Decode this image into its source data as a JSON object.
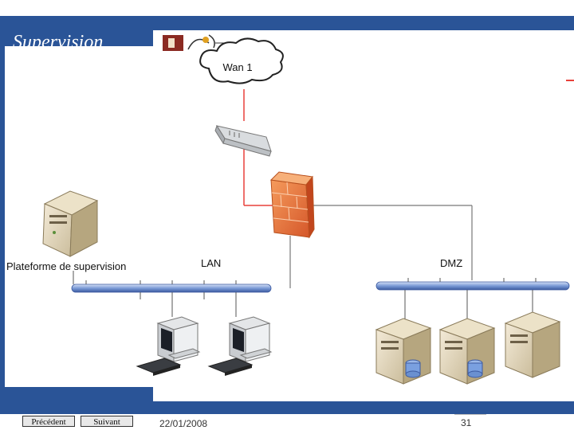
{
  "slide": {
    "title": "Supervision",
    "date": "22/01/2008",
    "page_number": "31"
  },
  "navigation": {
    "previous_label": "Précédent",
    "next_label": "Suivant"
  },
  "diagram": {
    "wan_label": "Wan 1",
    "lan_label": "LAN",
    "dmz_label": "DMZ",
    "supervision_label": "Plateforme de supervision"
  },
  "colors": {
    "theme_blue": "#2a5497",
    "wan_link_red": "#e8403a",
    "firewall_orange": "#e8703a",
    "bus_blue": "#7a9ad6"
  }
}
